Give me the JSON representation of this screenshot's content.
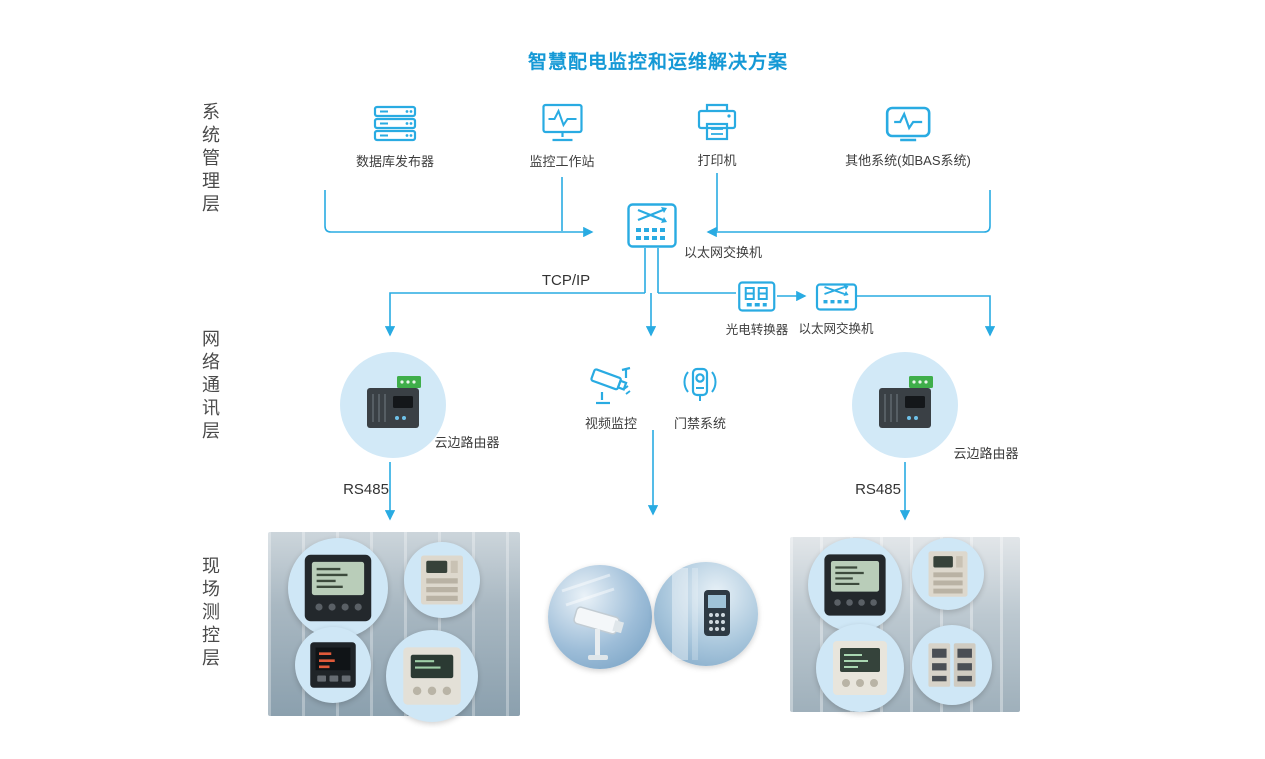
{
  "title": "智慧配电监控和运维解决方案",
  "colors": {
    "accent": "#29abe2",
    "title_blue": "#1599d6",
    "text": "#404040",
    "circle_bg": "#cfe7f6"
  },
  "layers": [
    {
      "label": "系统管理层"
    },
    {
      "label": "网络通讯层"
    },
    {
      "label": "现场测控层"
    }
  ],
  "top_devices": [
    {
      "label": "数据库发布器",
      "icon": "database-server-icon"
    },
    {
      "label": "监控工作站",
      "icon": "monitor-workstation-icon"
    },
    {
      "label": "打印机",
      "icon": "printer-icon"
    },
    {
      "label": "其他系统(如BAS系统)",
      "icon": "bas-system-icon"
    }
  ],
  "core_switch": {
    "label": "以太网交换机",
    "icon": "ethernet-switch-icon"
  },
  "tcp_ip_label": "TCP/IP",
  "converter": {
    "label": "光电转换器",
    "icon": "fiber-converter-icon"
  },
  "secondary_switch": {
    "label": "以太网交换机",
    "icon": "ethernet-switch-icon"
  },
  "network_layer": {
    "router_left": {
      "label": "云边路由器",
      "icon": "edge-router-icon"
    },
    "video": {
      "label": "视频监控",
      "icon": "cctv-camera-icon"
    },
    "access": {
      "label": "门禁系统",
      "icon": "access-control-icon"
    },
    "router_right": {
      "label": "云边路由器",
      "icon": "edge-router-icon"
    }
  },
  "bus_left_label": "RS485",
  "bus_right_label": "RS485"
}
